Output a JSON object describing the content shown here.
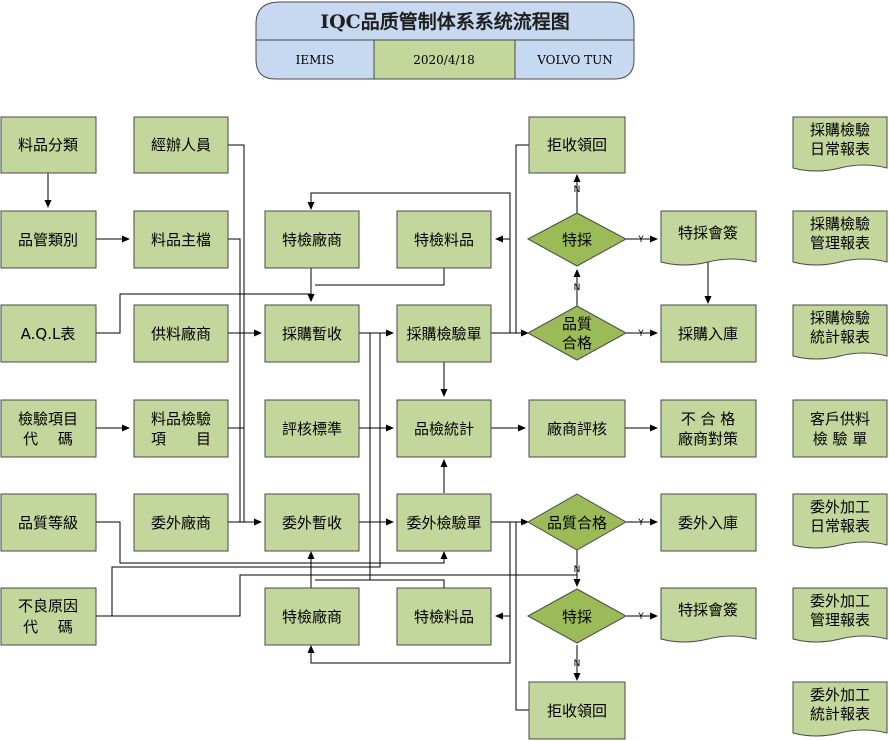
{
  "header": {
    "title": "IQC品质管制体系系统流程图",
    "cells": [
      "IEMIS",
      "2020/4/18",
      "VOLVO TUN"
    ]
  },
  "boxes": {
    "b1": "料品分類",
    "b2": "經辦人員",
    "b3": "品管類別",
    "b4": "料品主檔",
    "b5": "A.Q.L表",
    "b6": "供料廠商",
    "b7a": "檢驗項目",
    "b7b": "代　 碼",
    "b8a": "料品檢驗",
    "b8b": "項　　目",
    "b9": "品質等級",
    "b10": "委外廠商",
    "b11a": "不良原因",
    "b11b": "代　 碼",
    "c1": "特檢廠商",
    "c2": "特檢料品",
    "c3": "採購暫收",
    "c4": "採購檢驗單",
    "c5": "評核標準",
    "c6": "品檢統計",
    "c7": "廠商評核",
    "c8": "委外暫收",
    "c9": "委外檢驗單",
    "c10": "特檢廠商",
    "c11": "特檢料品",
    "r1": "拒收領回",
    "r2": "特採會簽",
    "r3": "採購入庫",
    "r4a": "不 合 格",
    "r4b": "廠商對策",
    "r5": "委外入庫",
    "r6": "特採會簽",
    "r7": "拒收領回"
  },
  "decisions": {
    "d1": "特採",
    "d2a": "品質",
    "d2b": "合格",
    "d3": "品質合格",
    "d4": "特採"
  },
  "flags": {
    "yes": "Y",
    "no": "N"
  },
  "reports": [
    [
      "採購檢驗",
      "日常報表"
    ],
    [
      "採購檢驗",
      "管理報表"
    ],
    [
      "採購檢驗",
      "統計報表"
    ],
    [
      "客戶供料",
      "檢 驗 單"
    ],
    [
      "委外加工",
      "日常報表"
    ],
    [
      "委外加工",
      "管理報表"
    ],
    [
      "委外加工",
      "統計報表"
    ]
  ]
}
